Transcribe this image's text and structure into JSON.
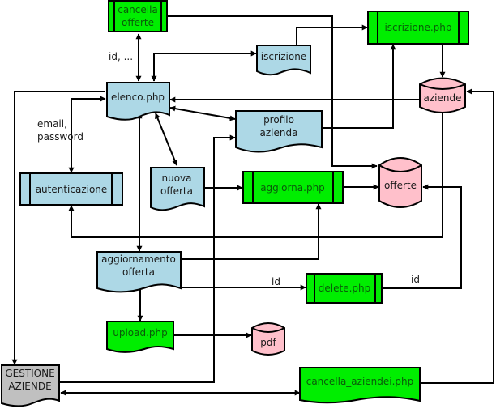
{
  "colors": {
    "page": "#ffffff",
    "document": "#add8e6",
    "process": "#00ee00",
    "database": "#ffc0cb",
    "gestione": "#c0c0c0"
  },
  "nodes": {
    "cancella_offerte": {
      "lines": [
        "cancella",
        "offerte"
      ],
      "kind": "process"
    },
    "iscrizione_php": {
      "lines": [
        "iscrizione.php"
      ],
      "kind": "process"
    },
    "iscrizione": {
      "lines": [
        "iscrizione"
      ],
      "kind": "document"
    },
    "elenco_php": {
      "lines": [
        "elenco.php"
      ],
      "kind": "document"
    },
    "aziende": {
      "lines": [
        "aziende"
      ],
      "kind": "database"
    },
    "profilo_azienda": {
      "lines": [
        "profilo",
        "azienda"
      ],
      "kind": "document"
    },
    "autenticazione": {
      "lines": [
        "autenticazione"
      ],
      "kind": "process-blue"
    },
    "nuova_offerta": {
      "lines": [
        "nuova",
        "offerta"
      ],
      "kind": "document"
    },
    "aggiorna_php": {
      "lines": [
        "aggiorna.php"
      ],
      "kind": "process"
    },
    "offerte": {
      "lines": [
        "offerte"
      ],
      "kind": "database"
    },
    "aggiornamento_offerta": {
      "lines": [
        "aggiornamento",
        "offerta"
      ],
      "kind": "document"
    },
    "delete_php": {
      "lines": [
        "delete.php"
      ],
      "kind": "process"
    },
    "upload_php": {
      "lines": [
        "upload.php"
      ],
      "kind": "document-green"
    },
    "pdf": {
      "lines": [
        "pdf"
      ],
      "kind": "database"
    },
    "gestione_aziende": {
      "lines": [
        "GESTIONE",
        "AZIENDE"
      ],
      "kind": "document-gray"
    },
    "cancella_aziendei_php": {
      "lines": [
        "cancella_aziendei.php"
      ],
      "kind": "document-green"
    }
  },
  "edge_labels": {
    "id_dots": "id, ...",
    "email_password": [
      "email,",
      "password"
    ],
    "id_to_delete": "id",
    "id_from_delete": "id"
  }
}
